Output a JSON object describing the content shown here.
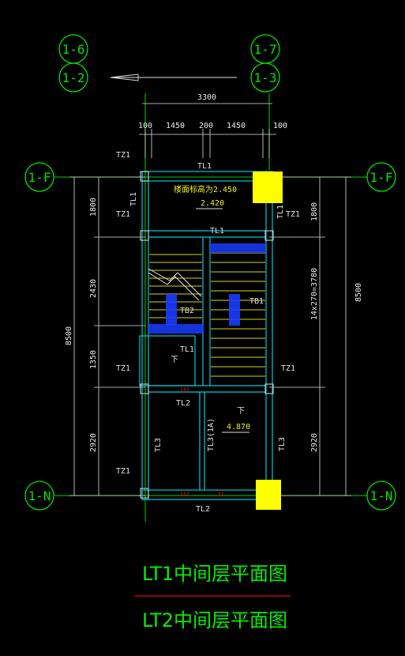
{
  "axes": {
    "top_left_1": "1-6",
    "top_right_1": "1-7",
    "top_left_2": "1-2",
    "top_right_2": "1-3",
    "left_f": "1-F",
    "right_f": "1-F",
    "left_n": "1-N",
    "right_n": "1-N"
  },
  "dims": {
    "overall": "3300",
    "seg1": "100",
    "seg2": "1450",
    "seg3": "200",
    "seg4": "1450",
    "seg5": "100",
    "left_total": "8500",
    "right_total": "8500",
    "left_a": "1800",
    "left_b": "2430",
    "left_c": "1350",
    "left_d": "2920",
    "right_a": "1800",
    "right_stair": "14x270=3780",
    "right_d": "2920"
  },
  "labels": {
    "tz1_a": "TZ1",
    "tz1_b": "TZ1",
    "tz1_c": "TZ1",
    "tz1_d": "TZ1",
    "tz1_e": "TZ1",
    "tz1_f": "TZ1",
    "tl1_top": "TL1",
    "tl1_left": "TL1",
    "tl1_right": "TL1",
    "tl1_mid": "TL1",
    "tl1_land": "TL1",
    "tl2_mid": "TL2",
    "tl2_bot": "TL2",
    "tl3": "TL3",
    "tl3a": "TL3(1A)",
    "tb1": "TB1",
    "tb2": "TB2",
    "elev_note": "楼面标高为2.450",
    "elev_1": "2.420",
    "elev_2": "4.870",
    "down": "下",
    "down2": "下"
  },
  "titles": {
    "title1": "LT1中间层平面图",
    "title2": "LT2中间层平面图"
  },
  "colors": {
    "background": "#000000",
    "axis_green": "#00e000",
    "wall_cyan": "#00c8d8",
    "column_yellow": "#ffff00",
    "rebar_blue": "#1a3cff",
    "separator_red": "#e00000"
  }
}
